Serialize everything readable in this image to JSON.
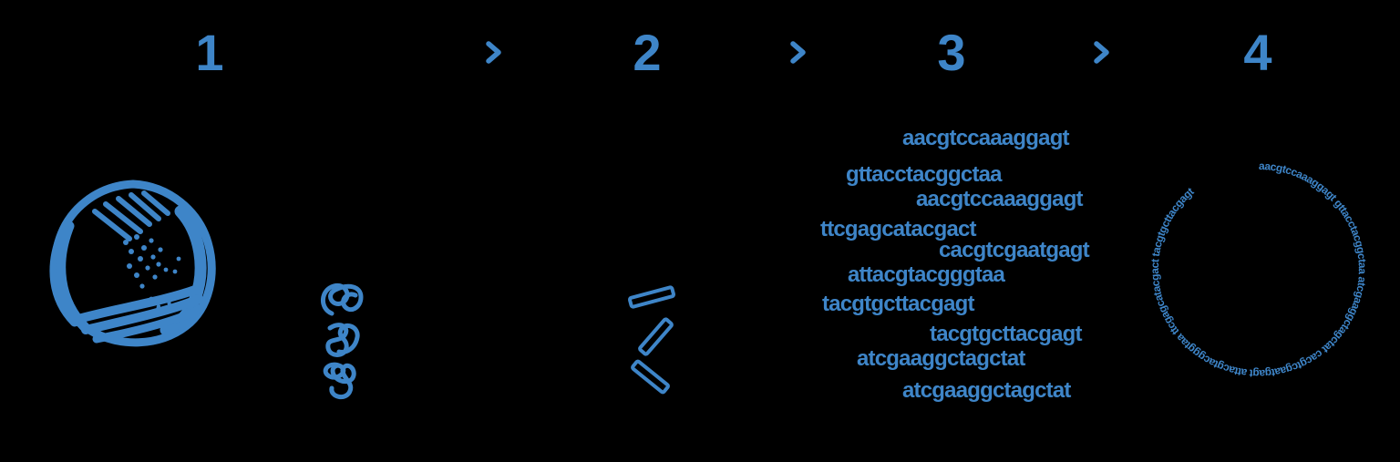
{
  "colors": {
    "accent": "#3e85c8",
    "background": "#000000"
  },
  "steps": [
    {
      "number": "1"
    },
    {
      "number": "2"
    },
    {
      "number": "3"
    },
    {
      "number": "4"
    }
  ],
  "icons": {
    "arrow": "chevron-right-icon",
    "step1": "hand-drawn-cell-icon",
    "step2_top": "tangled-dna-loops-icon",
    "step2_bottom": "dna-fragments-icon",
    "step4": "circular-genome-ring-icon"
  },
  "reads": [
    "aacgtccaaaggagt",
    "gttacctacggctaa",
    "aacgtccaaaggagt",
    "ttcgagcatacgact",
    "cacgtcgaatgagt",
    "attacgtacgggtaa",
    "tacgtgcttacgagt",
    "tacgtgcttacgagt",
    "atcgaaggctagctat",
    "atcgaaggctagctat"
  ],
  "genome_ring_text": "aacgtccaaaggagt  gttacctacggctaa atcgaaggctagctat  cacgtcgaatgagt attacgtacgggtaa  ttcgagcatacgact tacgtgcttacgagt"
}
